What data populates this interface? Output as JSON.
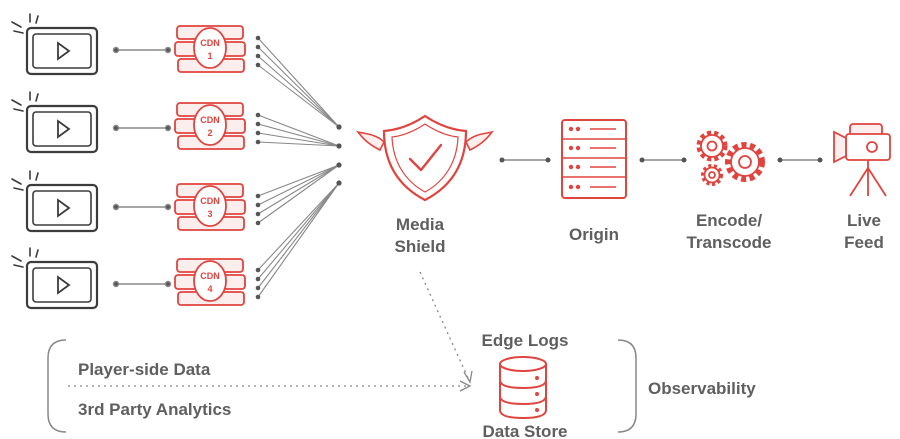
{
  "cdns": [
    {
      "label": "CDN",
      "num": "1"
    },
    {
      "label": "CDN",
      "num": "2"
    },
    {
      "label": "CDN",
      "num": "3"
    },
    {
      "label": "CDN",
      "num": "4"
    }
  ],
  "pipeline": {
    "media_shield": {
      "line1": "Media",
      "line2": "Shield"
    },
    "origin": "Origin",
    "encode": {
      "line1": "Encode/",
      "line2": "Transcode"
    },
    "live_feed": {
      "line1": "Live",
      "line2": "Feed"
    }
  },
  "observability": {
    "player_side": "Player-side Data",
    "third_party": "3rd Party Analytics",
    "edge_logs": "Edge Logs",
    "data_store": "Data Store",
    "label": "Observability"
  },
  "colors": {
    "accent": "#e0443f",
    "ink": "#3c3c3c",
    "text": "#5f5f5f",
    "line": "#888888"
  }
}
